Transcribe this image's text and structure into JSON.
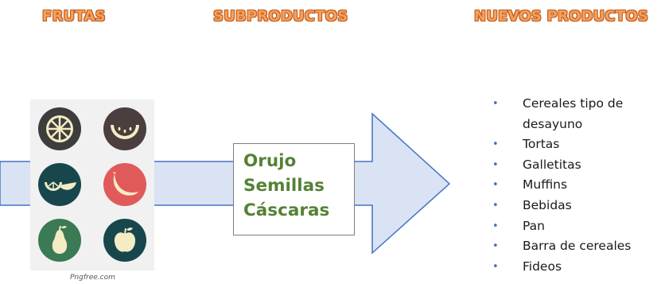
{
  "headings": {
    "frutas": "FRUTAS",
    "subproductos": "SUBPRODUCTOS",
    "nuevos_productos": "NUEVOS PRODUCTOS"
  },
  "colors": {
    "heading_fill": "#f6a05a",
    "heading_outline": "#c0581c",
    "arrow_fill": "#dae3f3",
    "arrow_stroke": "#4472c4",
    "subproduct_text": "#548235",
    "bullet": "#4472c4",
    "icon_dark": "#3d3d3d",
    "icon_teal": "#17474c",
    "icon_red": "#e05a5a",
    "icon_green": "#3a7a55",
    "icon_cream": "#f4ecc4"
  },
  "fruit_icons": [
    {
      "name": "citrus-slice-icon",
      "bg": "#3d3d3d"
    },
    {
      "name": "watermelon-slice-icon",
      "bg": "#4a3e3e"
    },
    {
      "name": "lime-slices-icon",
      "bg": "#17474c"
    },
    {
      "name": "banana-icon",
      "bg": "#e05a5a"
    },
    {
      "name": "pear-icon",
      "bg": "#3a7a55"
    },
    {
      "name": "apple-icon",
      "bg": "#17474c"
    }
  ],
  "image_credit": "Pngfree.com",
  "subproducts": [
    "Orujo",
    "Semillas",
    "Cáscaras"
  ],
  "products": [
    "Cereales tipo de desayuno",
    "Tortas",
    "Galletitas",
    "Muffins",
    "Bebidas",
    "Pan",
    "Barra de cereales",
    "Fideos"
  ],
  "bullet_char": "•"
}
